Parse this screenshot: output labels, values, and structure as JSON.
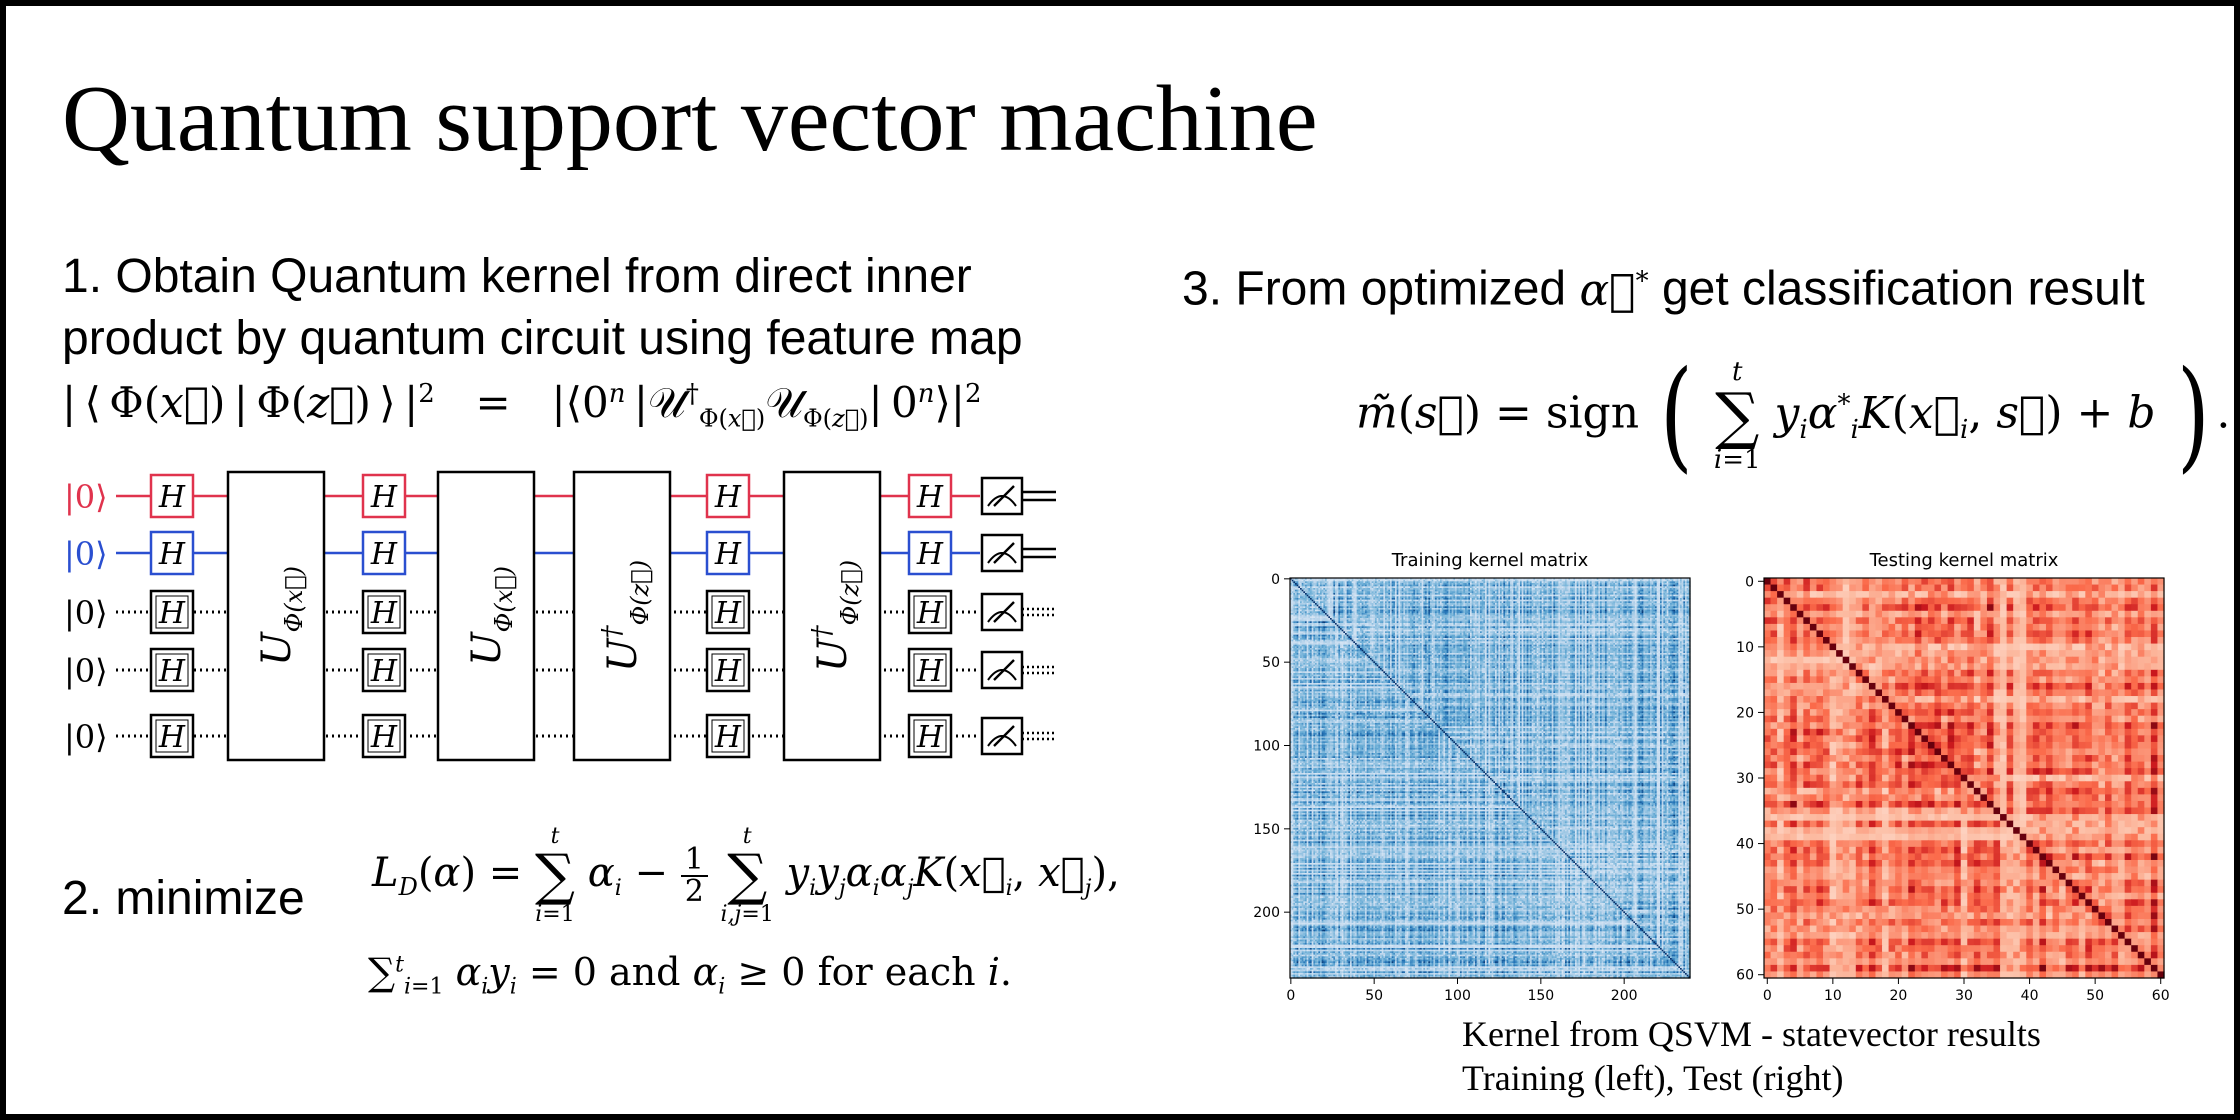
{
  "title": "Quantum support vector machine",
  "step1": {
    "line1": "1. Obtain Quantum kernel from direct inner",
    "line2": "product by quantum circuit using feature map"
  },
  "step2": {
    "label": "2. minimize"
  },
  "step3": {
    "prefix": "3. From optimized",
    "suffix": "get classification result"
  },
  "circuit": {
    "ket": "|0⟩",
    "gate": "H",
    "qubit_colors": [
      "#e0334d",
      "#2a4fd0",
      "#000000",
      "#000000",
      "#000000"
    ],
    "blocks": [
      {
        "base": "U",
        "sub": "Φ(x⃗)",
        "dagger": false
      },
      {
        "base": "U",
        "sub": "Φ(x⃗)",
        "dagger": false
      },
      {
        "base": "U",
        "sub": "Φ(z⃗)",
        "dagger": true
      },
      {
        "base": "U",
        "sub": "Φ(z⃗)",
        "dagger": true
      }
    ],
    "icon": "measurement-meter-icon"
  },
  "chart_data": [
    {
      "type": "heatmap",
      "title": "Training kernel matrix",
      "colormap": "Blues",
      "matrix_size": 240,
      "xticks": [
        0,
        50,
        100,
        150,
        200
      ],
      "yticks": [
        0,
        50,
        100,
        150,
        200
      ]
    },
    {
      "type": "heatmap",
      "title": "Testing kernel matrix",
      "colormap": "Reds",
      "matrix_size": 61,
      "xticks": [
        0,
        10,
        20,
        30,
        40,
        50,
        60
      ],
      "yticks": [
        0,
        10,
        20,
        30,
        40,
        50,
        60
      ]
    }
  ],
  "caption": {
    "line1": "Kernel from QSVM - statevector results",
    "line2": "Training (left), Test (right)"
  },
  "colors": {
    "blue": "#2a4fd0",
    "red": "#e0334d",
    "blues_dark": "#08306b",
    "reds_dark": "#67000d"
  }
}
